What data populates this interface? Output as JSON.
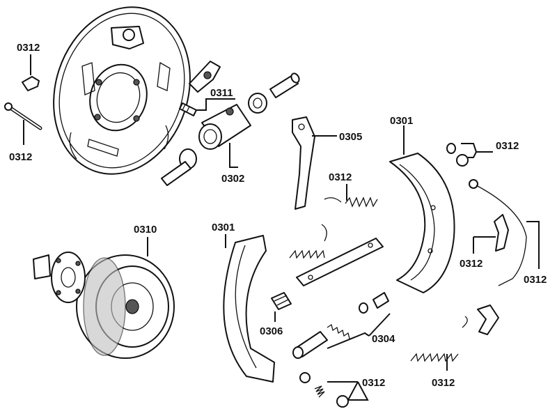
{
  "labels": {
    "l0312_top_left": "0312",
    "l0312_pin": "0312",
    "l0311": "0311",
    "l0302": "0302",
    "l0305": "0305",
    "l0301_right": "0301",
    "l0312_clip_top": "0312",
    "l0312_spring_mid": "0312",
    "l0310": "0310",
    "l0301_left": "0301",
    "l0306": "0306",
    "l0304": "0304",
    "l0312_bottom_mid": "0312",
    "l0312_lever": "0312",
    "l0312_cable": "0312",
    "l0312_bottom_right": "0312"
  }
}
